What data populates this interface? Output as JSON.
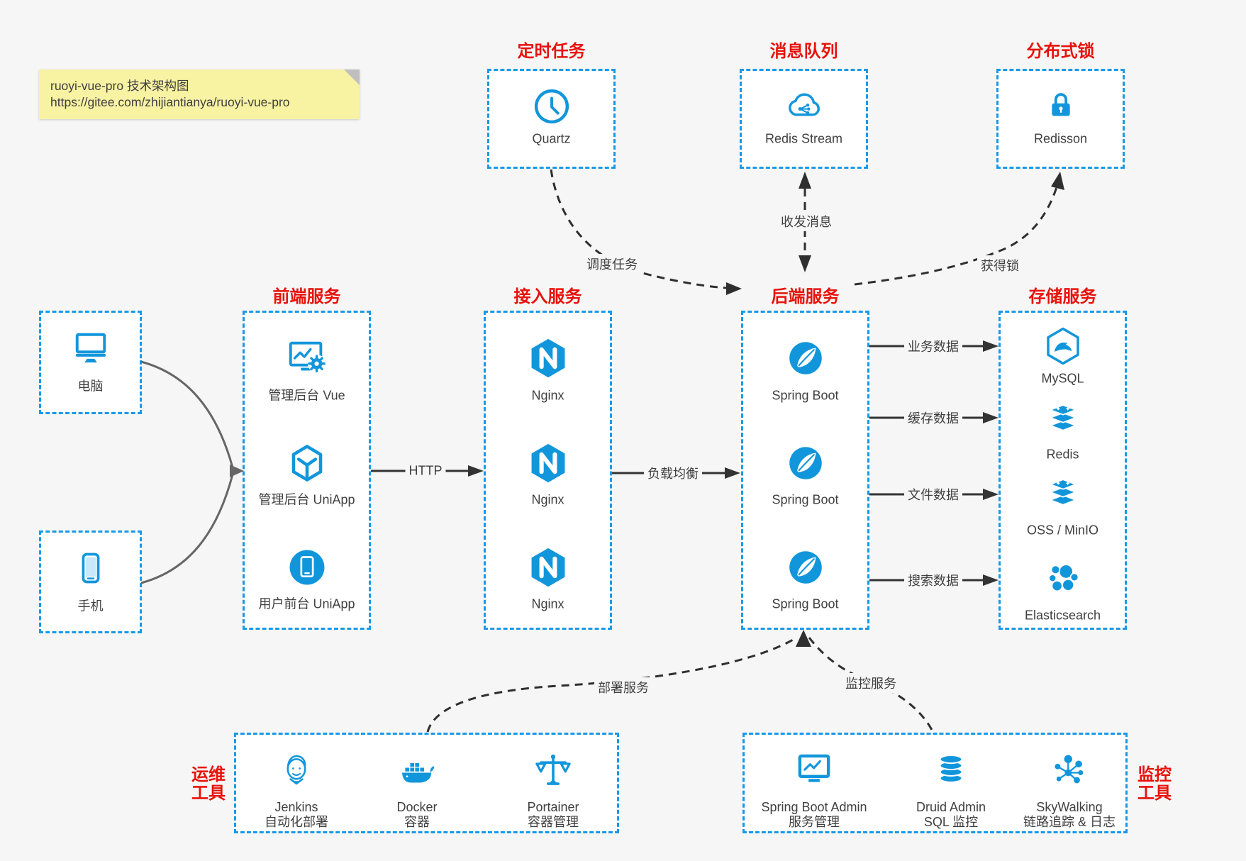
{
  "colors": {
    "blue": "#1296db",
    "border_blue": "#1899e8",
    "red": "#e8120b",
    "text": "#3f3f3f",
    "arrow": "#333333",
    "dash": "#2f2f2f",
    "client_arrow": "#666666",
    "bg": "#f6f6f6",
    "box_bg": "#ffffff",
    "note_bg": "#f8f2a3",
    "note_fold": "#bfbfbf"
  },
  "note": {
    "line1": "ruoyi-vue-pro 技术架构图",
    "line2": "https://gitee.com/zhijiantianya/ruoyi-vue-pro"
  },
  "top": {
    "scheduler": {
      "title": "定时任务",
      "icon": "quartz-clock-icon",
      "label": "Quartz"
    },
    "mq": {
      "title": "消息队列",
      "icon": "redis-stream-cloud-icon",
      "label": "Redis Stream"
    },
    "lock": {
      "title": "分布式锁",
      "icon": "redisson-lock-icon",
      "label": "Redisson"
    }
  },
  "clients": {
    "pc": {
      "icon": "desktop-icon",
      "label": "电脑"
    },
    "mobile": {
      "icon": "phone-icon",
      "label": "手机"
    }
  },
  "columns": {
    "frontend": {
      "title": "前端服务",
      "items": [
        {
          "icon": "admin-vue-monitor-gear-icon",
          "label": "管理后台 Vue"
        },
        {
          "icon": "uniapp-cube-icon",
          "label": "管理后台 UniApp"
        },
        {
          "icon": "user-uniapp-circle-phone-icon",
          "label": "用户前台 UniApp"
        }
      ]
    },
    "gateway": {
      "title": "接入服务",
      "items": [
        {
          "icon": "nginx-icon",
          "label": "Nginx"
        },
        {
          "icon": "nginx-icon",
          "label": "Nginx"
        },
        {
          "icon": "nginx-icon",
          "label": "Nginx"
        }
      ]
    },
    "backend": {
      "title": "后端服务",
      "items": [
        {
          "icon": "spring-boot-icon",
          "label": "Spring Boot"
        },
        {
          "icon": "spring-boot-icon",
          "label": "Spring Boot"
        },
        {
          "icon": "spring-boot-icon",
          "label": "Spring Boot"
        }
      ]
    },
    "storage": {
      "title": "存储服务",
      "items": [
        {
          "icon": "mysql-hexagon-dolphin-icon",
          "label": "MySQL"
        },
        {
          "icon": "redis-stack-icon",
          "label": "Redis"
        },
        {
          "icon": "oss-minio-stack-icon",
          "label": "OSS / MinIO"
        },
        {
          "icon": "elasticsearch-cluster-icon",
          "label": "Elasticsearch"
        }
      ]
    }
  },
  "bottom": {
    "ops": {
      "title_line1": "运维",
      "title_line2": "工具",
      "items": [
        {
          "icon": "jenkins-butler-icon",
          "name": "Jenkins",
          "desc": "自动化部署"
        },
        {
          "icon": "docker-whale-icon",
          "name": "Docker",
          "desc": "容器"
        },
        {
          "icon": "portainer-scales-icon",
          "name": "Portainer",
          "desc": "容器管理"
        }
      ]
    },
    "monitor": {
      "title_line1": "监控",
      "title_line2": "工具",
      "items": [
        {
          "icon": "spring-boot-admin-monitor-icon",
          "name": "Spring Boot Admin",
          "desc": "服务管理"
        },
        {
          "icon": "druid-database-icon",
          "name": "Druid Admin",
          "desc": "SQL 监控"
        },
        {
          "icon": "skywalking-topology-icon",
          "name": "SkyWalking",
          "desc": "链路追踪 & 日志"
        }
      ]
    }
  },
  "edges": {
    "http": "HTTP",
    "lb": "负载均衡",
    "biz": "业务数据",
    "cache": "缓存数据",
    "file": "文件数据",
    "search": "搜索数据",
    "schedule": "调度任务",
    "message": "收发消息",
    "lock": "获得锁",
    "deploy": "部署服务",
    "monitor": "监控服务"
  }
}
